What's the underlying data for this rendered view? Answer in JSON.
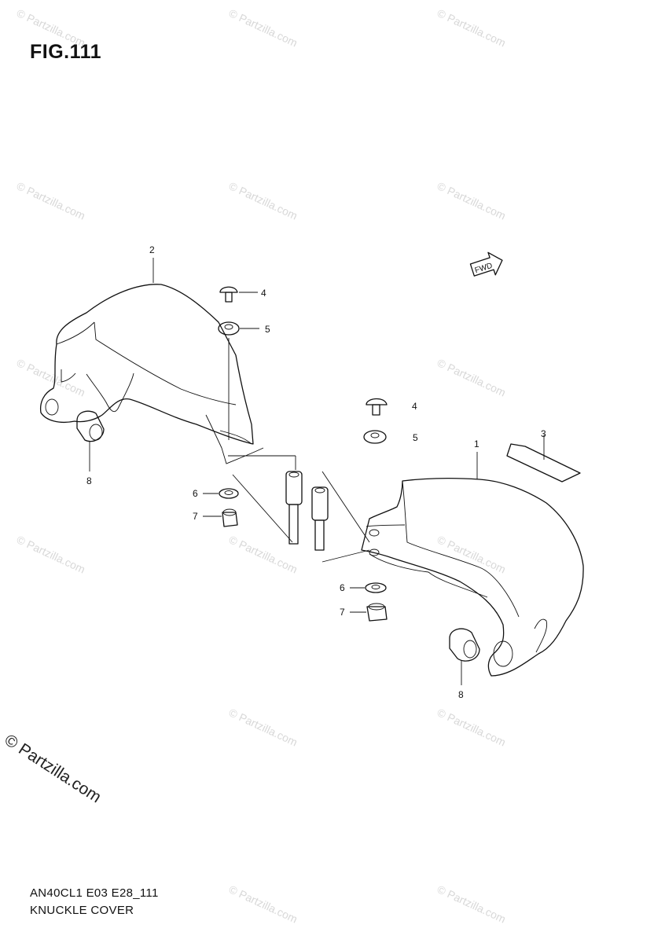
{
  "figure": {
    "title": "FIG.111",
    "code": "AN40CL1 E03 E28_111",
    "name": "KNUCKLE COVER",
    "watermark": "© Partzilla.com",
    "fwd_label": "FWD"
  },
  "callouts": {
    "c1": "1",
    "c2": "2",
    "c3": "3",
    "c4a": "4",
    "c5a": "5",
    "c4b": "4",
    "c5b": "5",
    "c6a": "6",
    "c7a": "7",
    "c6b": "6",
    "c7b": "7",
    "c8a": "8",
    "c8b": "8"
  },
  "colors": {
    "line": "#111111",
    "watermark": "#d8d8d8"
  }
}
